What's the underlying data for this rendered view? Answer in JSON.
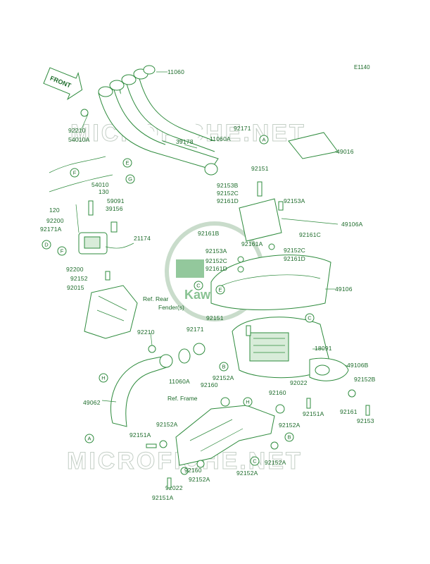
{
  "diagram_code": "E1140",
  "front_label": "FRONT",
  "watermark_text": "MICROFICHE.NET",
  "logo_text": "Kawasaki",
  "references": {
    "rear_fender_line1": "Ref. Rear",
    "rear_fender_line2": "Fender(s)",
    "frame": "Ref. Frame"
  },
  "parts": [
    "11060",
    "92210",
    "54010A",
    "39178",
    "92171",
    "11060A",
    "92151",
    "49016",
    "54010",
    "130",
    "59091",
    "39156",
    "120",
    "92200",
    "92171A",
    "21174",
    "92153B",
    "92152C",
    "92161D",
    "92153A",
    "49106A",
    "92161B",
    "92161C",
    "92161A",
    "92153A",
    "92152C",
    "92161D",
    "92152C",
    "92161D",
    "49106",
    "92200",
    "92152",
    "92015",
    "92151",
    "92171",
    "18091",
    "92210",
    "11060A",
    "49106B",
    "92160",
    "92152A",
    "92022",
    "92152B",
    "49062",
    "92160",
    "92151A",
    "92161",
    "92153",
    "92152A",
    "92151A",
    "92152A",
    "92160",
    "92152A",
    "92022",
    "92151A"
  ],
  "callout_letters": [
    "A",
    "B",
    "C",
    "D",
    "E",
    "F",
    "G",
    "H"
  ],
  "colors": {
    "line": "#2e8b3d",
    "text": "#1c6b2a",
    "watermark": "#c4cfc6",
    "logo": "#3a9a4a"
  }
}
